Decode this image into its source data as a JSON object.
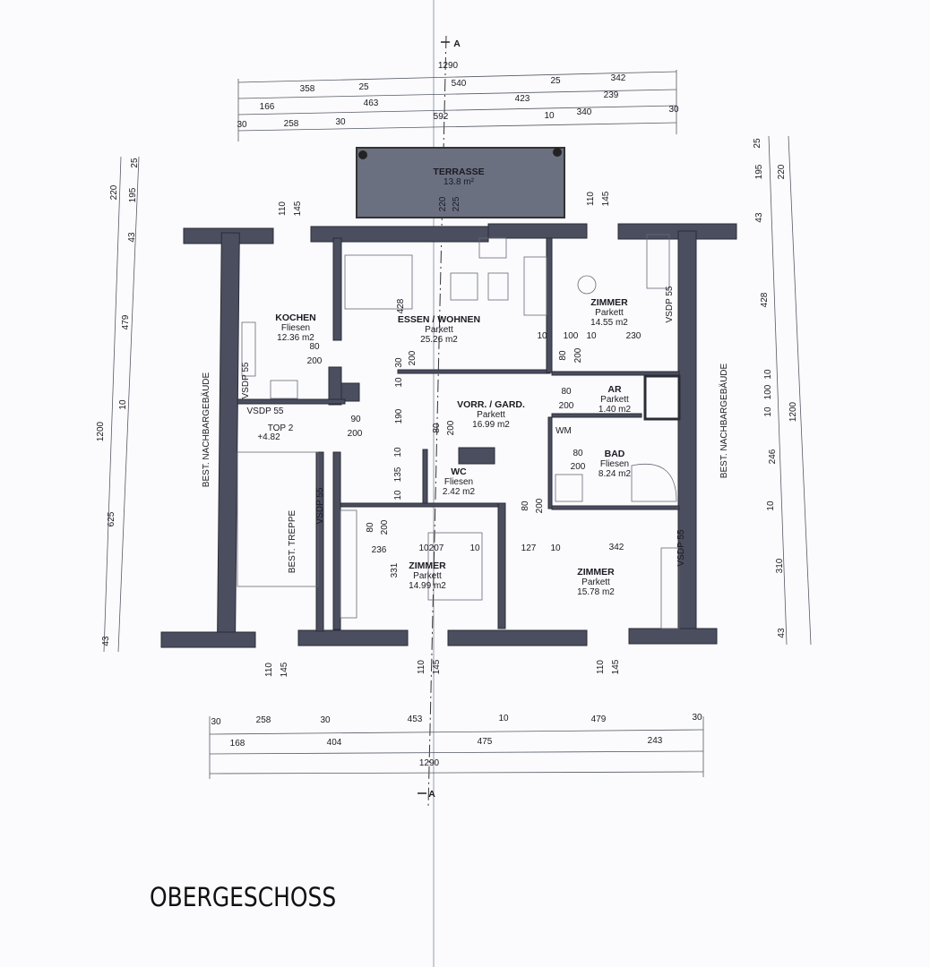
{
  "title": "OBERGESCHOSS",
  "section_marker": "A",
  "colors": {
    "wall": "#4b4e5f",
    "terrace": "#6b7080",
    "line": "#555a66"
  },
  "dims_top": [
    "1290",
    "358",
    "25",
    "540",
    "25",
    "342",
    "166",
    "463",
    "423",
    "239",
    "30",
    "258",
    "30",
    "592",
    "10",
    "340",
    "30"
  ],
  "dims_terrace": [
    "220",
    "225"
  ],
  "dims_windows_top": [
    "110",
    "145",
    "110",
    "145"
  ],
  "dims_left": [
    "220",
    "25",
    "195",
    "43",
    "479",
    "10",
    "1200",
    "625",
    "43"
  ],
  "dims_right": [
    "25",
    "195",
    "220",
    "43",
    "428",
    "10",
    "100",
    "10",
    "1200",
    "246",
    "10",
    "310",
    "43"
  ],
  "dims_windows_bottom": [
    "110",
    "145",
    "110",
    "145",
    "110",
    "145"
  ],
  "dims_bottom": [
    "30",
    "258",
    "30",
    "453",
    "10",
    "479",
    "30",
    "168",
    "404",
    "475",
    "243",
    "1290"
  ],
  "rooms": [
    {
      "name": "TERRASSE",
      "floor": "",
      "area": "13.8 m²"
    },
    {
      "name": "KOCHEN",
      "floor": "Fliesen",
      "area": "12.36 m2"
    },
    {
      "name": "ESSEN / WOHNEN",
      "floor": "Parkett",
      "area": "25.26 m2"
    },
    {
      "name": "ZIMMER",
      "floor": "Parkett",
      "area": "14.55 m2"
    },
    {
      "name": "VORR. / GARD.",
      "floor": "Parkett",
      "area": "16.99 m2"
    },
    {
      "name": "AR",
      "floor": "Parkett",
      "area": "1.40 m2"
    },
    {
      "name": "BAD",
      "floor": "Fliesen",
      "area": "8.24 m2"
    },
    {
      "name": "WC",
      "floor": "Fliesen",
      "area": "2.42 m2"
    },
    {
      "name": "ZIMMER",
      "floor": "Parkett",
      "area": "14.99 m2"
    },
    {
      "name": "ZIMMER",
      "floor": "Parkett",
      "area": "15.78 m2"
    }
  ],
  "annotations": [
    "VSDP 55",
    "VSDP 55",
    "VSDP 55",
    "VSDP 55",
    "VSDP 55",
    "TOP 2",
    "+4.82",
    "BEST. TREPPE",
    "BEST. NACHBARGEBÄUDE",
    "BEST. NACHBARGEBÄUDE",
    "WM"
  ],
  "dims_inner": [
    "428",
    "80",
    "200",
    "30",
    "200",
    "10",
    "10",
    "100",
    "10",
    "230",
    "80",
    "200",
    "80",
    "200",
    "90",
    "200",
    "190",
    "80",
    "200",
    "10",
    "135",
    "10",
    "80",
    "200",
    "80",
    "200",
    "80",
    "200",
    "236",
    "10",
    "207",
    "10",
    "127",
    "10",
    "342",
    "331"
  ]
}
